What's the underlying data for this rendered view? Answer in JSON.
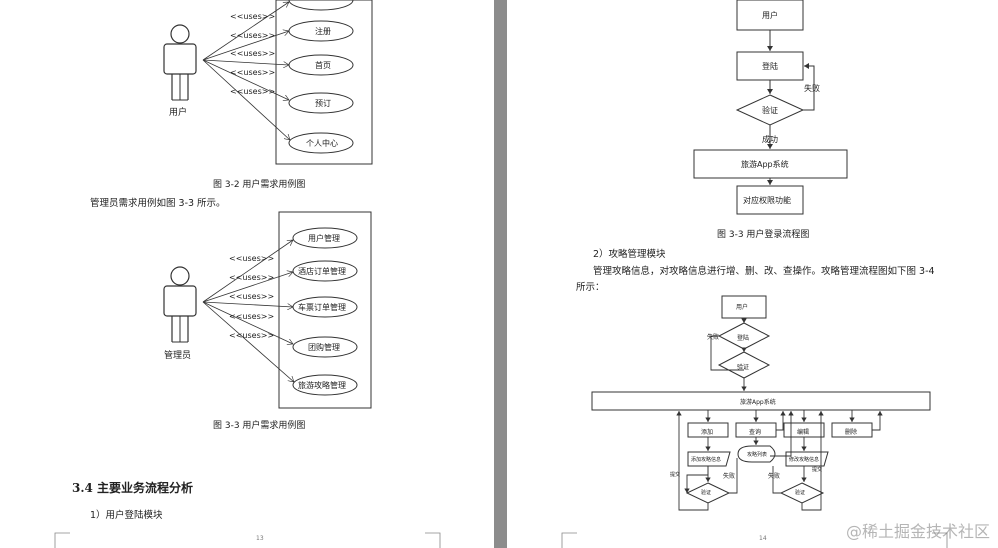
{
  "left_page": {
    "figure_top": {
      "actor_label": "用户",
      "uses_label": "<<uses>>",
      "use_cases": [
        "",
        "注册",
        "首页",
        "预订",
        "个人中心"
      ],
      "caption": "图 3-2   用户需求用例图"
    },
    "intro_text": "管理员需求用例如图 3-3 所示。",
    "figure_bottom": {
      "actor_label": "管理员",
      "uses_label": "<<uses>>",
      "use_cases": [
        "用户管理",
        "酒店订单管理",
        "车票订单管理",
        "团购管理",
        "旅游攻略管理"
      ],
      "caption": "图 3-3   用户需求用例图"
    },
    "section_heading": "3.4  主要业务流程分析",
    "subsection": "1）用户登陆模块",
    "page_number": "13"
  },
  "right_page": {
    "flow_login": {
      "nodes": {
        "user": "用户",
        "login": "登陆",
        "verify": "验证",
        "system": "旅游App系统",
        "function": "对应权限功能"
      },
      "edges": {
        "fail": "失败",
        "success": "成功"
      },
      "caption": "图 3-3  用户登录流程图"
    },
    "subsection": "2）攻略管理模块",
    "paragraph_line1": "管理攻略信息，对攻略信息进行增、删、改、查操作。攻略管理流程图如下图 3-4",
    "paragraph_line2": "所示：",
    "flow_manage": {
      "user": "用户",
      "login": "登陆",
      "verify": "验证",
      "system": "旅游App系统",
      "fail": "失败",
      "ops": [
        "添加",
        "查询",
        "编辑",
        "删除"
      ],
      "sub_add": "添加攻略信息",
      "sub_query": "攻略列表",
      "sub_edit": "修改攻略信息",
      "submit": "提交",
      "verify2": "验证",
      "fail2": "失败",
      "fail3": "失败"
    },
    "page_number": "14"
  },
  "watermark": "@稀土掘金技术社区"
}
